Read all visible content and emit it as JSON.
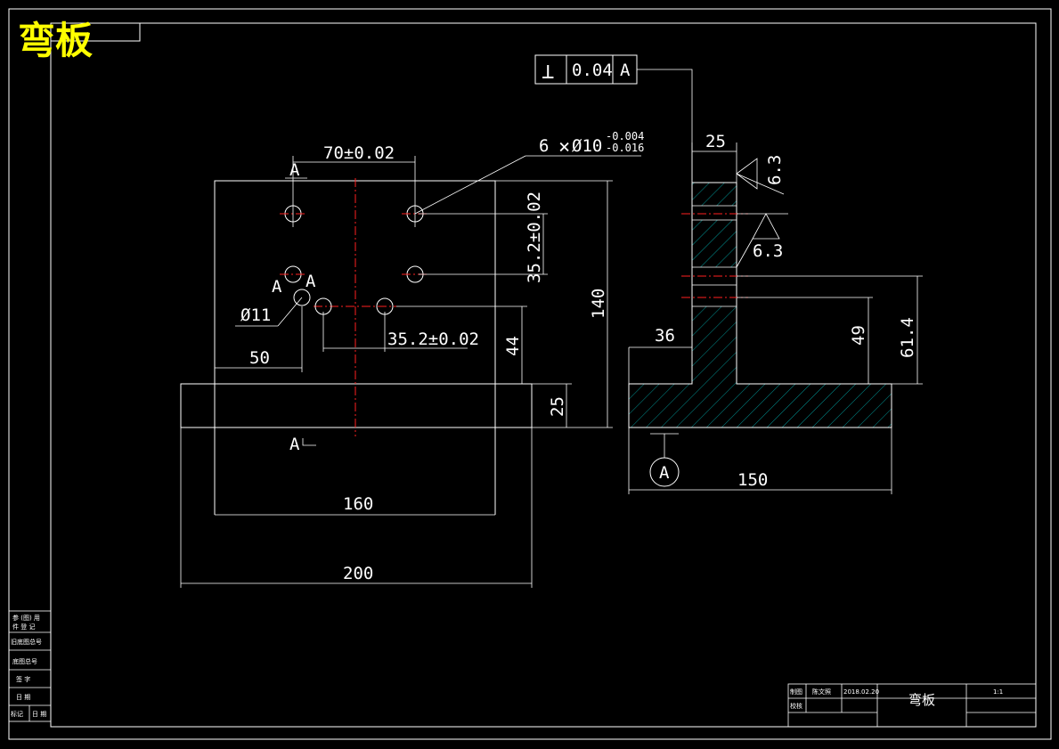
{
  "title_stamp": "弯板",
  "colors": {
    "background": "#000000",
    "line": "#ffffff",
    "center_line": "#ff2020",
    "hatch": "#00b8b8",
    "title": "#ffff00"
  },
  "gdt": {
    "symbol": "⊥",
    "tolerance": "0.04",
    "datum": "A"
  },
  "dims": {
    "d70": "70±0.02",
    "holes_prefix": "6",
    "holes_dia": "Ø10",
    "holes_tol_upper": "-0.004",
    "holes_tol_lower": "-0.016",
    "d35_vertical": "35.2±0.02",
    "d35_horizontal": "35.2±0.02",
    "d140": "140",
    "d11": "Ø11",
    "d50": "50",
    "d44": "44",
    "d25_left": "25",
    "d160": "160",
    "d200": "200",
    "d25_top": "25",
    "d36": "36",
    "d49": "49",
    "d61": "61.4",
    "d150": "150",
    "rough1": "6.3",
    "rough2": "6.3"
  },
  "section_labels": {
    "a_top": "A",
    "a_bottom": "A",
    "a_left": "A",
    "a_hole": "A",
    "datum_circle": "A"
  },
  "side_block": {
    "row1": "参 (图) 用",
    "row2": "件 登 记",
    "row3": "旧底图总号",
    "row4": "底图总号",
    "row5": "签 字",
    "row6": "日 期",
    "row7a": "标记",
    "row7b": "日 期"
  },
  "title_block": {
    "label_draw": "制图",
    "name_draw": "陈文照",
    "date": "2018.02.20",
    "label_check": "校核",
    "part_name": "弯板",
    "scale": "1:1"
  }
}
